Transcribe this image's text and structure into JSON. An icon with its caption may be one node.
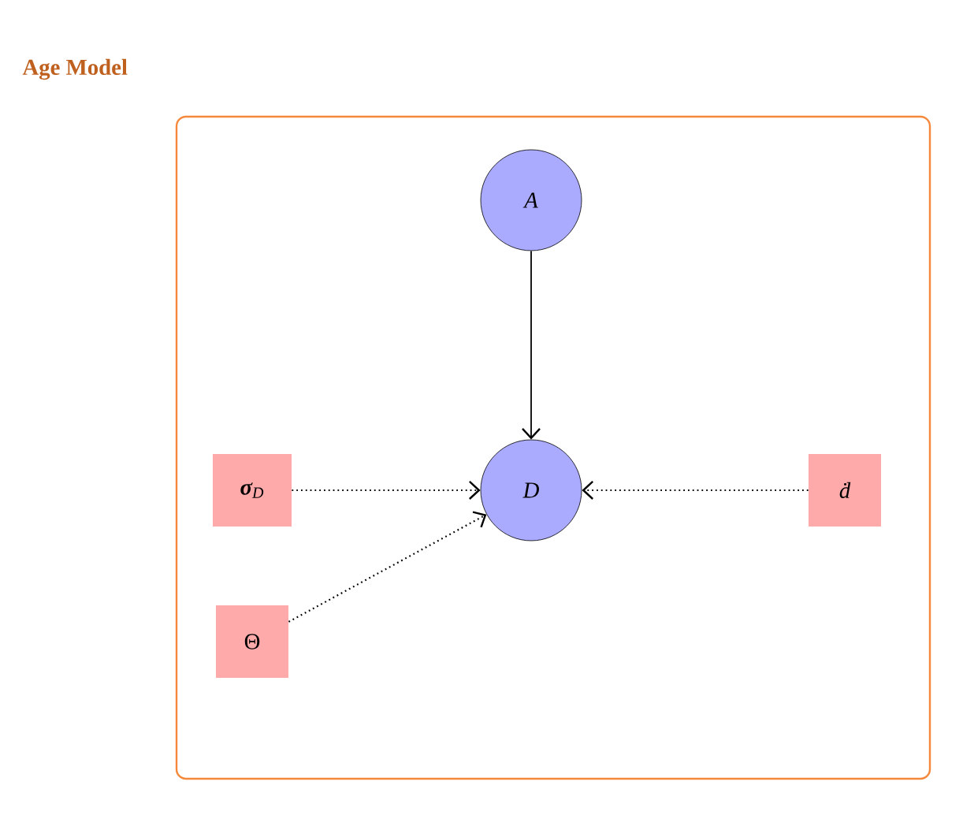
{
  "diagram": {
    "nodes": [
      {
        "text": [
          "Age Model"
        ]
      },
      {
        "text": [
          "A"
        ],
        "in": 0
      },
      {
        "text": [
          "**σ**$_{D}$"
        ],
        "in": 0
      },
      {
        "text": [
          "D"
        ],
        "in": 0
      },
      {
        "text": [
          "ḋ"
        ],
        "in": 0
      },
      {
        "text": [
          "Θ"
        ],
        "in": 0
      }
    ],
    "edges": [
      {
        "from": 1,
        "to": 3,
        "arrow": "to"
      },
      {
        "from": 2,
        "to": 3,
        "arrow": "to",
        "style": "dashed"
      },
      {
        "from": 4,
        "to": 3,
        "arrow": "to",
        "style": "dashed"
      },
      {
        "from": 5,
        "to": 3,
        "arrow": "to",
        "style": "dashed"
      }
    ]
  }
}
